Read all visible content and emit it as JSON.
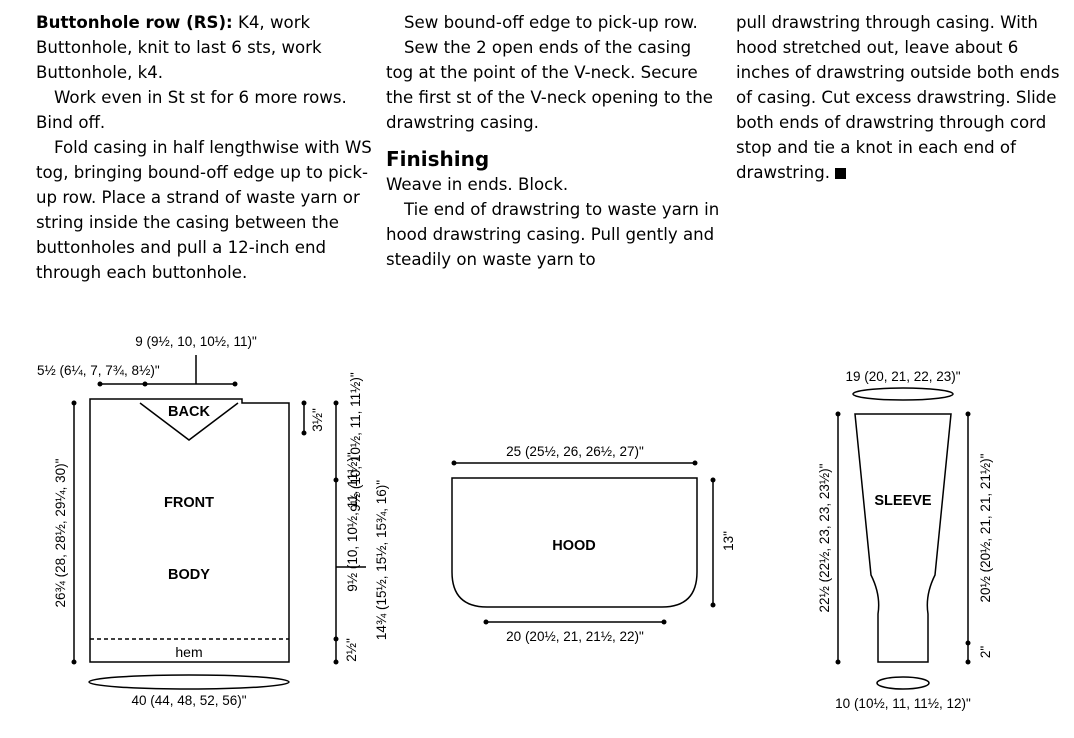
{
  "text": {
    "c1_p1_bold": "Buttonhole row (RS):",
    "c1_p1": " K4, work Buttonhole, knit to last 6 sts, work Buttonhole, k4.",
    "c1_p2": "Work even in St st for 6 more rows. Bind off.",
    "c1_p3": "Fold casing in half lengthwise with WS tog, bringing bound-off edge up to pick-up row. Place a strand of waste yarn or string inside the casing between the buttonholes and pull a 12-inch end through each buttonhole.",
    "c2_p1": "Sew bound-off edge to pick-up row.",
    "c2_p2": "Sew the 2 open ends of the casing tog at the point of the V-neck. Secure the first st of the V-neck opening to the drawstring casing.",
    "c2_heading": "Finishing",
    "c2_p3": "Weave in ends. Block.",
    "c2_p4": "Tie end of drawstring to waste yarn in hood drawstring casing. Pull gently and steadily on waste yarn to",
    "c3_p1": "pull drawstring through casing. With hood stretched out, leave about 6 inches of drawstring outside both ends of casing. Cut excess drawstring. Slide both ends of drawstring through cord stop and tie a knot in each end of drawstring."
  },
  "schematic": {
    "body": {
      "label_back": "BACK",
      "label_front": "FRONT",
      "label_body": "BODY",
      "label_hem": "hem",
      "neck_width": "9 (9½, 10, 10½, 11)\"",
      "shoulder_width": "5½ (6¼, 7, 7¾, 8½)\"",
      "total_length": "26¾ (28, 28½, 29¼, 30)\"",
      "neck_depth": "3½\"",
      "upper_length": "9½ (10, 10½, 11, 11½)\"",
      "armhole_to_hem": "9½ (10, 10½, 11, 11½)\"",
      "lower_length": "14¾ (15½, 15½, 15¾, 16)\"",
      "hem_depth": "2½\"",
      "circumference": "40 (44, 48, 52, 56)\""
    },
    "hood": {
      "label": "HOOD",
      "top_width": "25 (25½, 26, 26½, 27)\"",
      "bottom_width": "20 (20½, 21, 21½, 22)\"",
      "height": "13\""
    },
    "sleeve": {
      "label": "SLEEVE",
      "top_circ": "19 (20, 21, 22, 23)\"",
      "bottom_circ": "10 (10½, 11, 11½, 12)\"",
      "total_length": "22½ (22½, 23, 23, 23½)\"",
      "upper_length": "20½ (20½, 21, 21, 21½)\"",
      "cuff_depth": "2\""
    }
  }
}
